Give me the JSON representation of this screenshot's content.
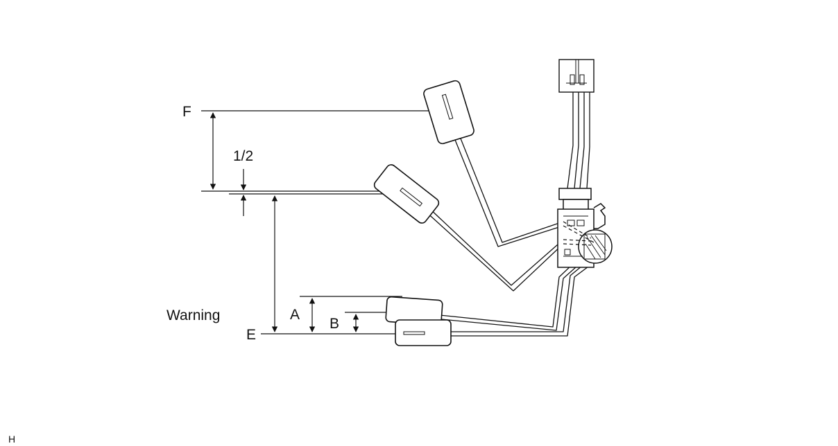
{
  "labels": {
    "f": "F",
    "half": "1/2",
    "e": "E",
    "a": "A",
    "b": "B",
    "warning": "Warning",
    "corner_code": "H"
  },
  "colors": {
    "line": "#111111",
    "background": "#ffffff"
  }
}
